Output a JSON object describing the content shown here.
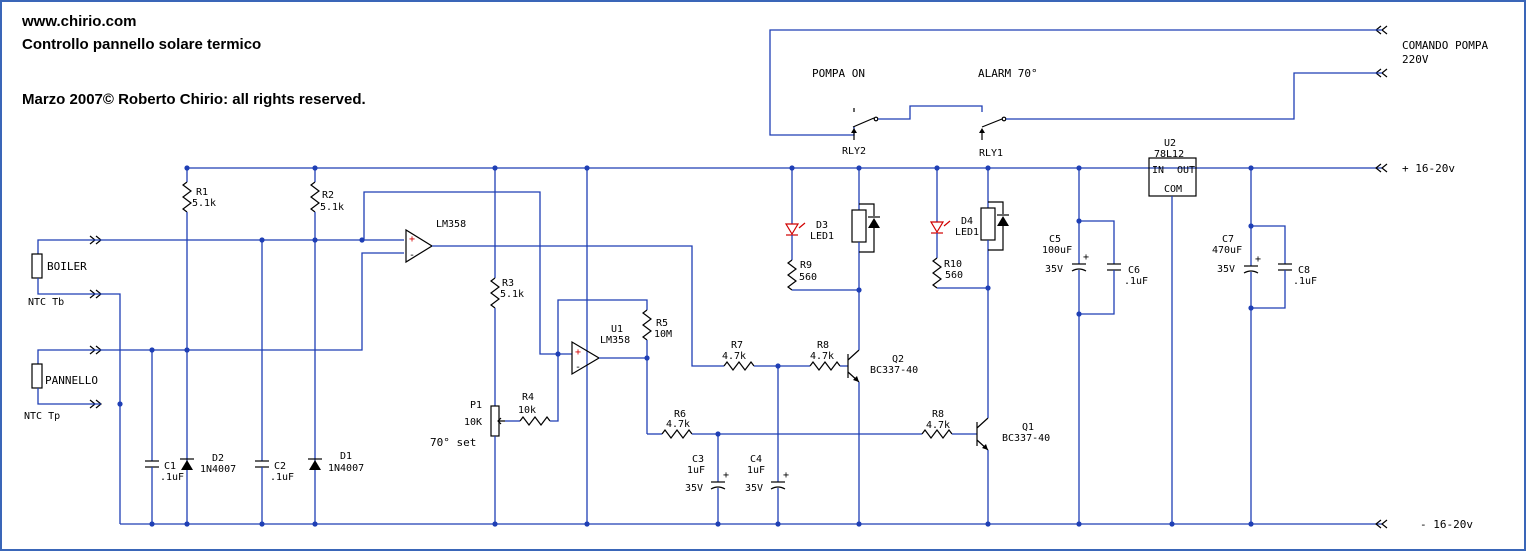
{
  "header": {
    "site": "www.chirio.com",
    "title": "Controllo pannello solare termico",
    "copyright": "Marzo 2007© Roberto Chirio: all rights reserved."
  },
  "terminals": {
    "comando_pompa": "COMANDO POMPA",
    "voltage_220": "220V",
    "pos_supply": "+ 16-20v",
    "neg_supply": "- 16-20v"
  },
  "relays": {
    "pompa_on": "POMPA ON",
    "alarm": "ALARM 70°",
    "rly2": "RLY2",
    "rly1": "RLY1"
  },
  "sensors": {
    "boiler": "BOILER",
    "ntc_tb": "NTC Tb",
    "pannello": "PANNELLO",
    "ntc_tp": "NTC Tp"
  },
  "components": {
    "r1": "R1",
    "r1_val": "5.1k",
    "r2": "R2",
    "r2_val": "5.1k",
    "r3": "R3",
    "r3_val": "5.1k",
    "r4": "R4",
    "r4_val": "10k",
    "r5": "R5",
    "r5_val": "10M",
    "r6": "R6",
    "r6_val": "4.7k",
    "r7": "R7",
    "r7_val": "4.7k",
    "r8a": "R8",
    "r8a_val": "4.7k",
    "r8b": "R8",
    "r8b_val": "4.7k",
    "r9": "R9",
    "r9_val": "560",
    "r10": "R10",
    "r10_val": "560",
    "p1": "P1",
    "p1_val": "10K",
    "p1_note": "70° set",
    "c1": "C1",
    "c1_val": ".1uF",
    "c2": "C2",
    "c2_val": ".1uF",
    "c3": "C3",
    "c3_val": "1uF",
    "c3_v": "35V",
    "c4": "C4",
    "c4_val": "1uF",
    "c4_v": "35V",
    "c5": "C5",
    "c5_val": "100uF",
    "c5_v": "35V",
    "c6": "C6",
    "c6_val": ".1uF",
    "c7": "C7",
    "c7_val": "470uF",
    "c7_v": "35V",
    "c8": "C8",
    "c8_val": ".1uF",
    "d1": "D1",
    "d1_val": "1N4007",
    "d2": "D2",
    "d2_val": "1N4007",
    "d3": "D3",
    "d3_val": "LED1",
    "d4": "D4",
    "d4_val": "LED1",
    "q1": "Q1",
    "q1_val": "BC337-40",
    "q2": "Q2",
    "q2_val": "BC337-40",
    "u1": "U1",
    "u1_val": "LM358",
    "lm358": "LM358",
    "u2": "U2",
    "u2_val": "78L12",
    "u2_in": "IN",
    "u2_out": "OUT",
    "u2_com": "COM",
    "plus": "+",
    "minus": "-"
  },
  "colors": {
    "wire": "#1f3fb5",
    "border": "#3a66b8",
    "led": "#d00000",
    "plus_sign": "#d00000"
  }
}
